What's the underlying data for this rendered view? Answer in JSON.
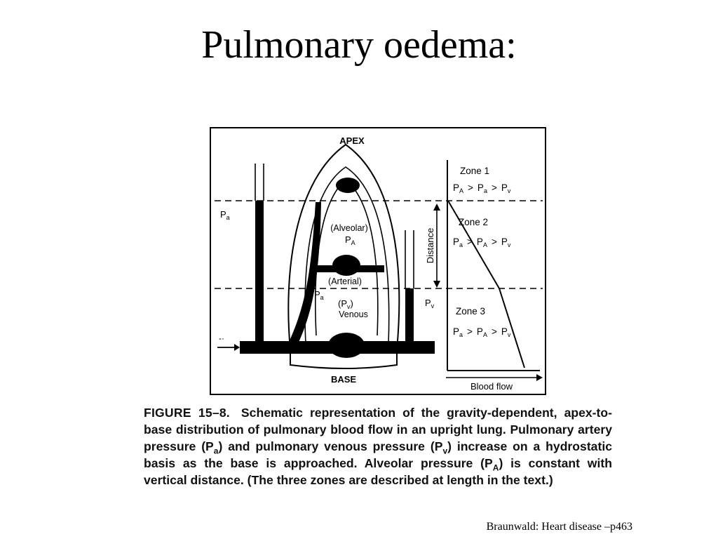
{
  "slide": {
    "title": "Pulmonary oedema:",
    "source": "Braunwald: Heart disease –p463"
  },
  "figure": {
    "apex": "APEX",
    "base": "BASE",
    "alveolar": "(Alveolar)",
    "arterial": "(Arterial)",
    "pv_paren": "(P",
    "pv_sub": "v",
    "pv_close": ")",
    "venous": "Venous",
    "p_letter": "P",
    "sub_a": "a",
    "sub_A": "A",
    "sub_v": "v",
    "distance": "Distance",
    "blood_flow": "Blood flow",
    "zone1": "Zone 1",
    "zone2": "Zone 2",
    "zone3": "Zone 3",
    "gt": ">"
  },
  "caption": {
    "label": "FIGURE 15–8.",
    "t1": "Schematic representation of the gravity-dependent, apex-to-base distribution of pulmonary blood flow in an upright lung. Pulmonary artery pressure (P",
    "t1_sub": "a",
    "t2": ") and pulmonary venous pressure (P",
    "t2_sub": "v",
    "t3": ") increase on a hydrostatic basis as the base is approached. Alveolar pressure (P",
    "t3_sub": "A",
    "t4": ") is constant with vertical distance. (The three zones are described at length in the text.)"
  }
}
